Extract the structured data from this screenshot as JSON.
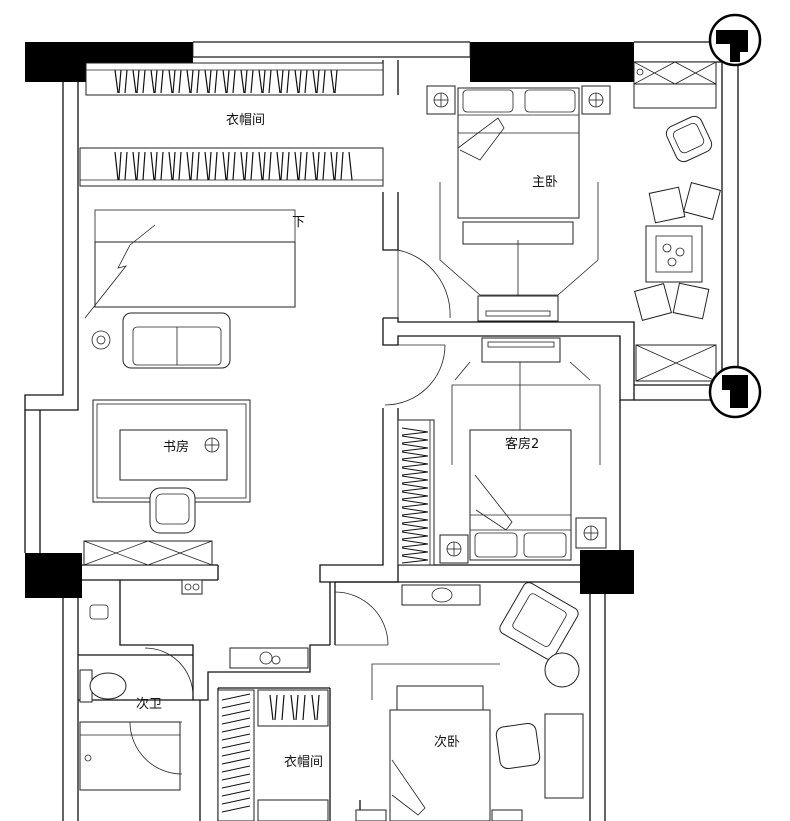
{
  "rooms": {
    "cloakroom_top": "衣帽间",
    "master_bedroom": "主卧",
    "study": "书房",
    "guest_room_2": "客房2",
    "bathroom": "次卫",
    "cloakroom_bottom": "衣帽间",
    "second_bedroom": "次卧"
  },
  "annotations": {
    "stair_down": "下"
  }
}
